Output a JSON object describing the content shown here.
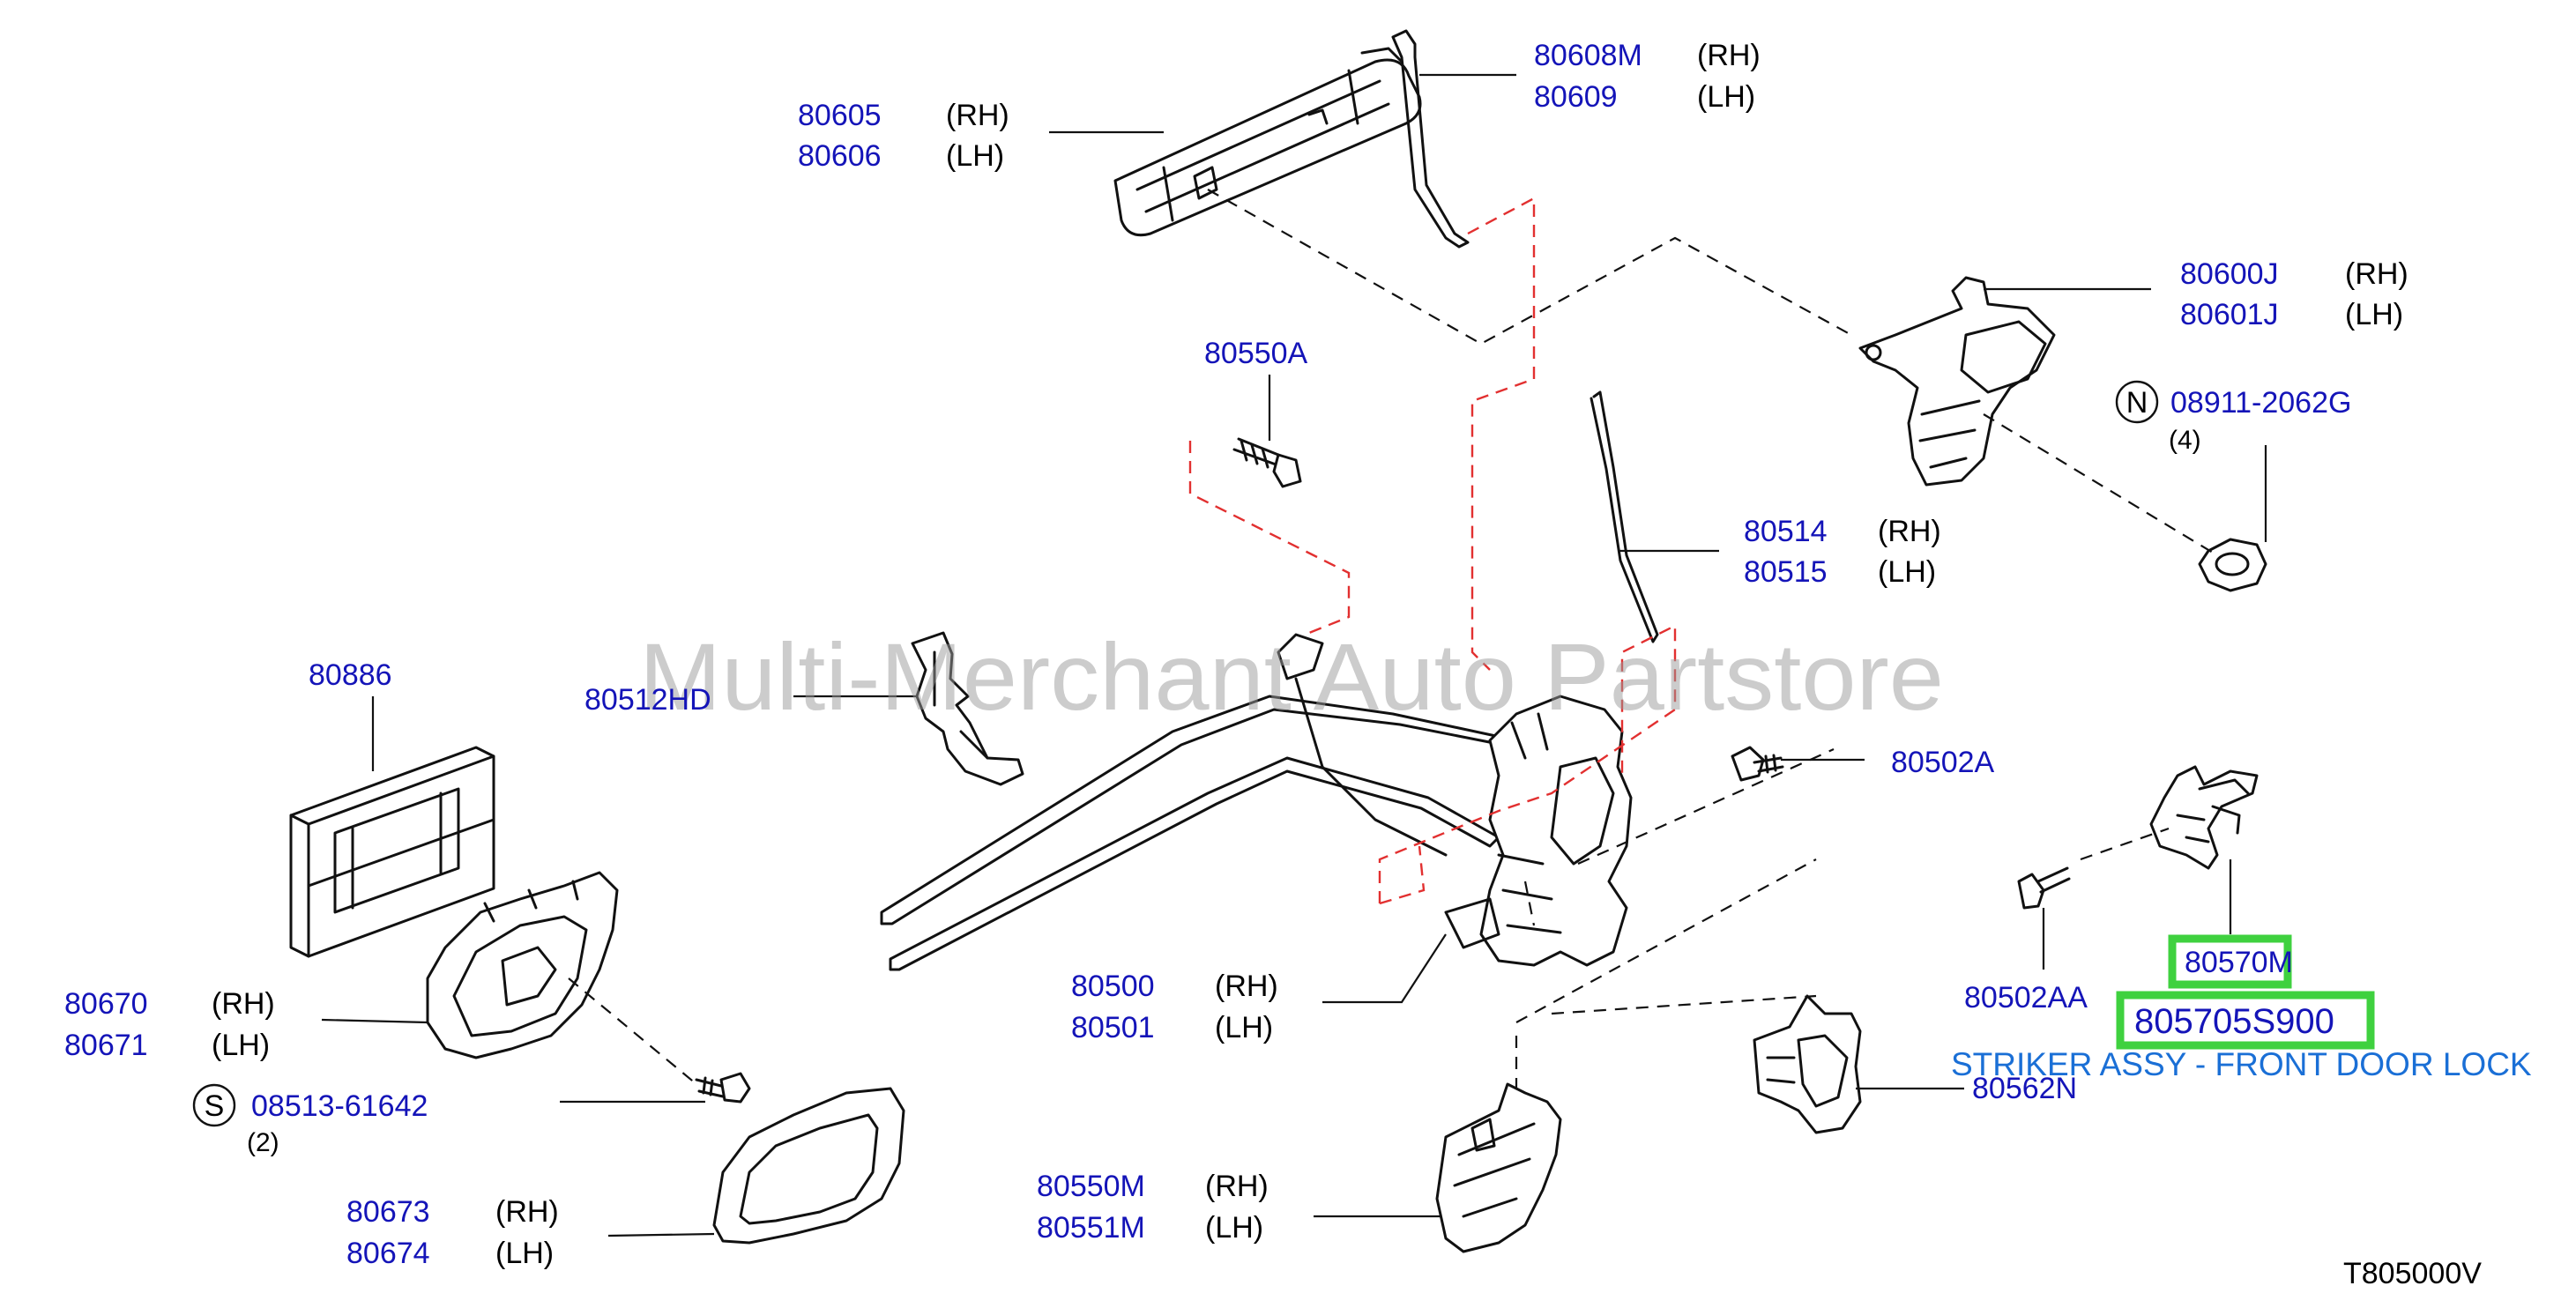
{
  "diagram": {
    "watermark": "Multi-Merchant Auto Partstore",
    "drawing_code": "T805000V",
    "callouts": [
      {
        "id": "c1",
        "parts": [
          "80608M",
          "80609"
        ],
        "sides": [
          "(RH)",
          "(LH)"
        ]
      },
      {
        "id": "c2",
        "parts": [
          "80605",
          "80606"
        ],
        "sides": [
          "(RH)",
          "(LH)"
        ]
      },
      {
        "id": "c3",
        "parts": [
          "80600J",
          "80601J"
        ],
        "sides": [
          "(RH)",
          "(LH)"
        ]
      },
      {
        "id": "c4",
        "parts": [
          "80550A"
        ],
        "sides": []
      },
      {
        "id": "c5",
        "symbol": "N",
        "parts": [
          "08911-2062G"
        ],
        "qty": "(4)"
      },
      {
        "id": "c6",
        "parts": [
          "80514",
          "80515"
        ],
        "sides": [
          "(RH)",
          "(LH)"
        ]
      },
      {
        "id": "c7",
        "parts": [
          "80886"
        ],
        "sides": []
      },
      {
        "id": "c8",
        "parts": [
          "80512HD"
        ],
        "sides": []
      },
      {
        "id": "c9",
        "parts": [
          "80502A"
        ],
        "sides": []
      },
      {
        "id": "c10",
        "parts": [
          "80670",
          "80671"
        ],
        "sides": [
          "(RH)",
          "(LH)"
        ]
      },
      {
        "id": "c11",
        "parts": [
          "80500",
          "80501"
        ],
        "sides": [
          "(RH)",
          "(LH)"
        ]
      },
      {
        "id": "c12",
        "parts": [
          "80502AA"
        ],
        "sides": []
      },
      {
        "id": "c13",
        "symbol": "S",
        "parts": [
          "08513-61642"
        ],
        "qty": "(2)"
      },
      {
        "id": "c14",
        "parts": [
          "80562N"
        ],
        "sides": []
      },
      {
        "id": "c15",
        "parts": [
          "80673",
          "80674"
        ],
        "sides": [
          "(RH)",
          "(LH)"
        ]
      },
      {
        "id": "c16",
        "parts": [
          "80550M",
          "80551M"
        ],
        "sides": [
          "(RH)",
          "(LH)"
        ]
      }
    ],
    "highlighted": [
      {
        "part": "80570M"
      },
      {
        "part": "805705S900"
      }
    ],
    "description": "STRIKER ASSY - FRONT DOOR LOCK",
    "colors": {
      "part_number": "#1414b8",
      "description": "#1a6fd6",
      "highlight": "#3fd13f",
      "guide_dashed": "#e23030"
    }
  }
}
